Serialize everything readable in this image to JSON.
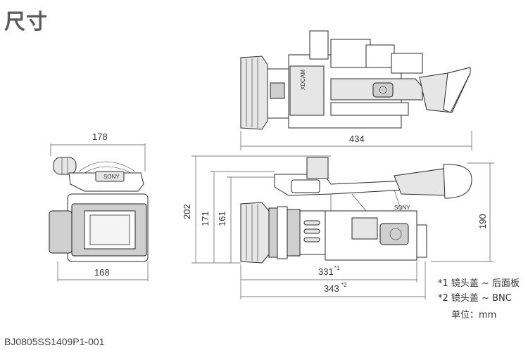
{
  "page": {
    "title": "尺寸",
    "doc_code": "BJ0805SS1409P1-001"
  },
  "dimensions": {
    "front_width": "178",
    "front_base_width": "168",
    "top_length": "434",
    "side_height_total": "202",
    "side_height_2": "171",
    "side_height_3": "161",
    "side_right_height": "190",
    "side_length_1": "331",
    "side_length_1_mark": "*1",
    "side_length_2": "343",
    "side_length_2_mark": "*2"
  },
  "notes": {
    "note1": "*1 镜头盖 ~ 后面板",
    "note2": "*2 镜头盖 ~ BNC",
    "unit": "单位：mm"
  },
  "labels": {
    "brand": "SONY",
    "top_label": "XDCAM"
  }
}
